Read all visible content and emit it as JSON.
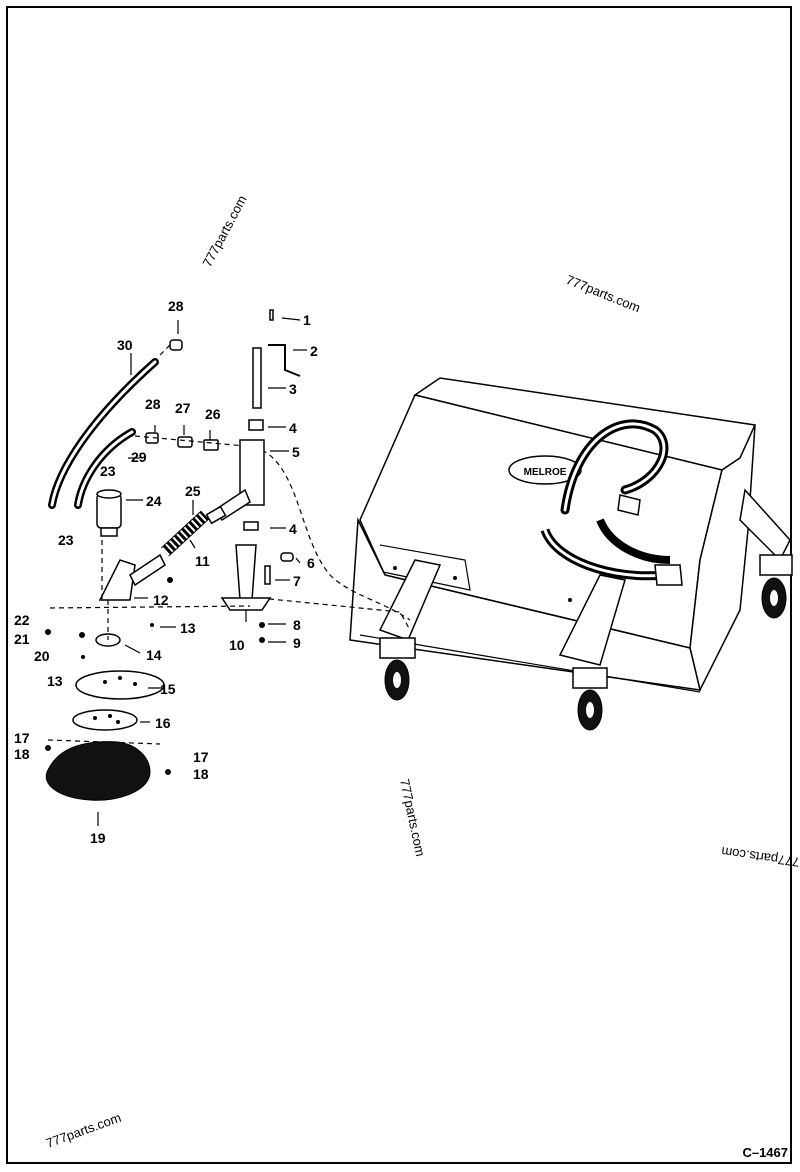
{
  "drawing_code": "C–1467",
  "brand_plate": "MELROE",
  "watermark": "777parts.com",
  "callouts": [
    "1",
    "2",
    "3",
    "4",
    "5",
    "4",
    "6",
    "7",
    "8",
    "9",
    "10",
    "11",
    "12",
    "13",
    "13",
    "14",
    "15",
    "16",
    "17",
    "17",
    "18",
    "18",
    "19",
    "20",
    "21",
    "22",
    "23",
    "23",
    "24",
    "25",
    "26",
    "27",
    "28",
    "28",
    "29",
    "30"
  ],
  "colors": {
    "ink": "#000000",
    "paper": "#ffffff"
  }
}
